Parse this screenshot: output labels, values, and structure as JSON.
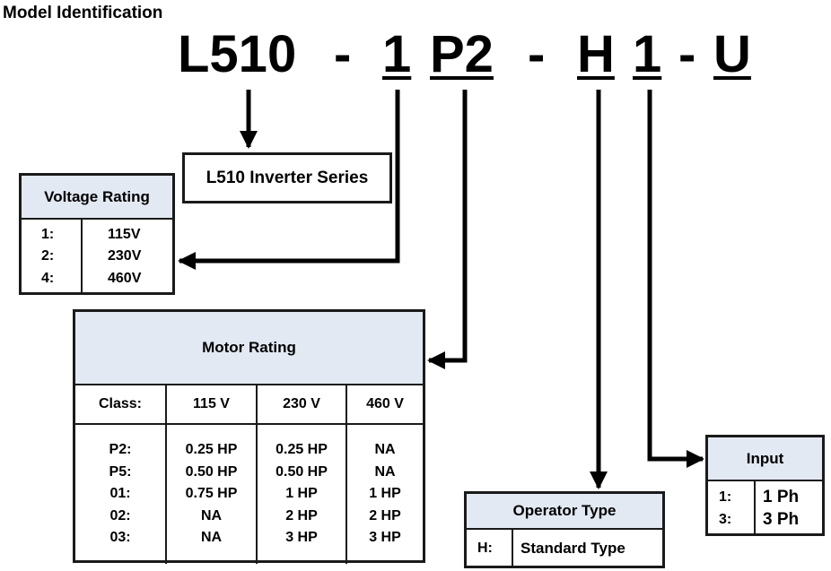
{
  "title": "Model Identification",
  "code": {
    "series": "L510",
    "dash": "-",
    "voltage": "1",
    "motor": "P2",
    "operator": "H",
    "input": "1",
    "suffix": "U"
  },
  "series_box": {
    "label": "L510 Inverter Series"
  },
  "voltage_rating": {
    "header": "Voltage Rating",
    "rows": [
      {
        "code": "1:",
        "value": "115V"
      },
      {
        "code": "2:",
        "value": "230V"
      },
      {
        "code": "4:",
        "value": "460V"
      }
    ]
  },
  "motor_rating": {
    "header": "Motor Rating",
    "columns": [
      "Class:",
      "115 V",
      "230 V",
      "460 V"
    ],
    "rows": [
      {
        "class": "P2:",
        "v115": "0.25 HP",
        "v230": "0.25 HP",
        "v460": "NA"
      },
      {
        "class": "P5:",
        "v115": "0.50 HP",
        "v230": "0.50 HP",
        "v460": "NA"
      },
      {
        "class": "01:",
        "v115": "0.75 HP",
        "v230": "1 HP",
        "v460": "1 HP"
      },
      {
        "class": "02:",
        "v115": "NA",
        "v230": "2 HP",
        "v460": "2 HP"
      },
      {
        "class": "03:",
        "v115": "NA",
        "v230": "3 HP",
        "v460": "3 HP"
      }
    ]
  },
  "operator_type": {
    "header": "Operator Type",
    "rows": [
      {
        "code": "H:",
        "value": "Standard Type"
      }
    ]
  },
  "input": {
    "header": "Input",
    "rows": [
      {
        "code": "1:",
        "value": "1 Ph"
      },
      {
        "code": "3:",
        "value": "3 Ph"
      }
    ]
  },
  "colors": {
    "header_fill": "#e3e9f3",
    "line": "#000000"
  }
}
